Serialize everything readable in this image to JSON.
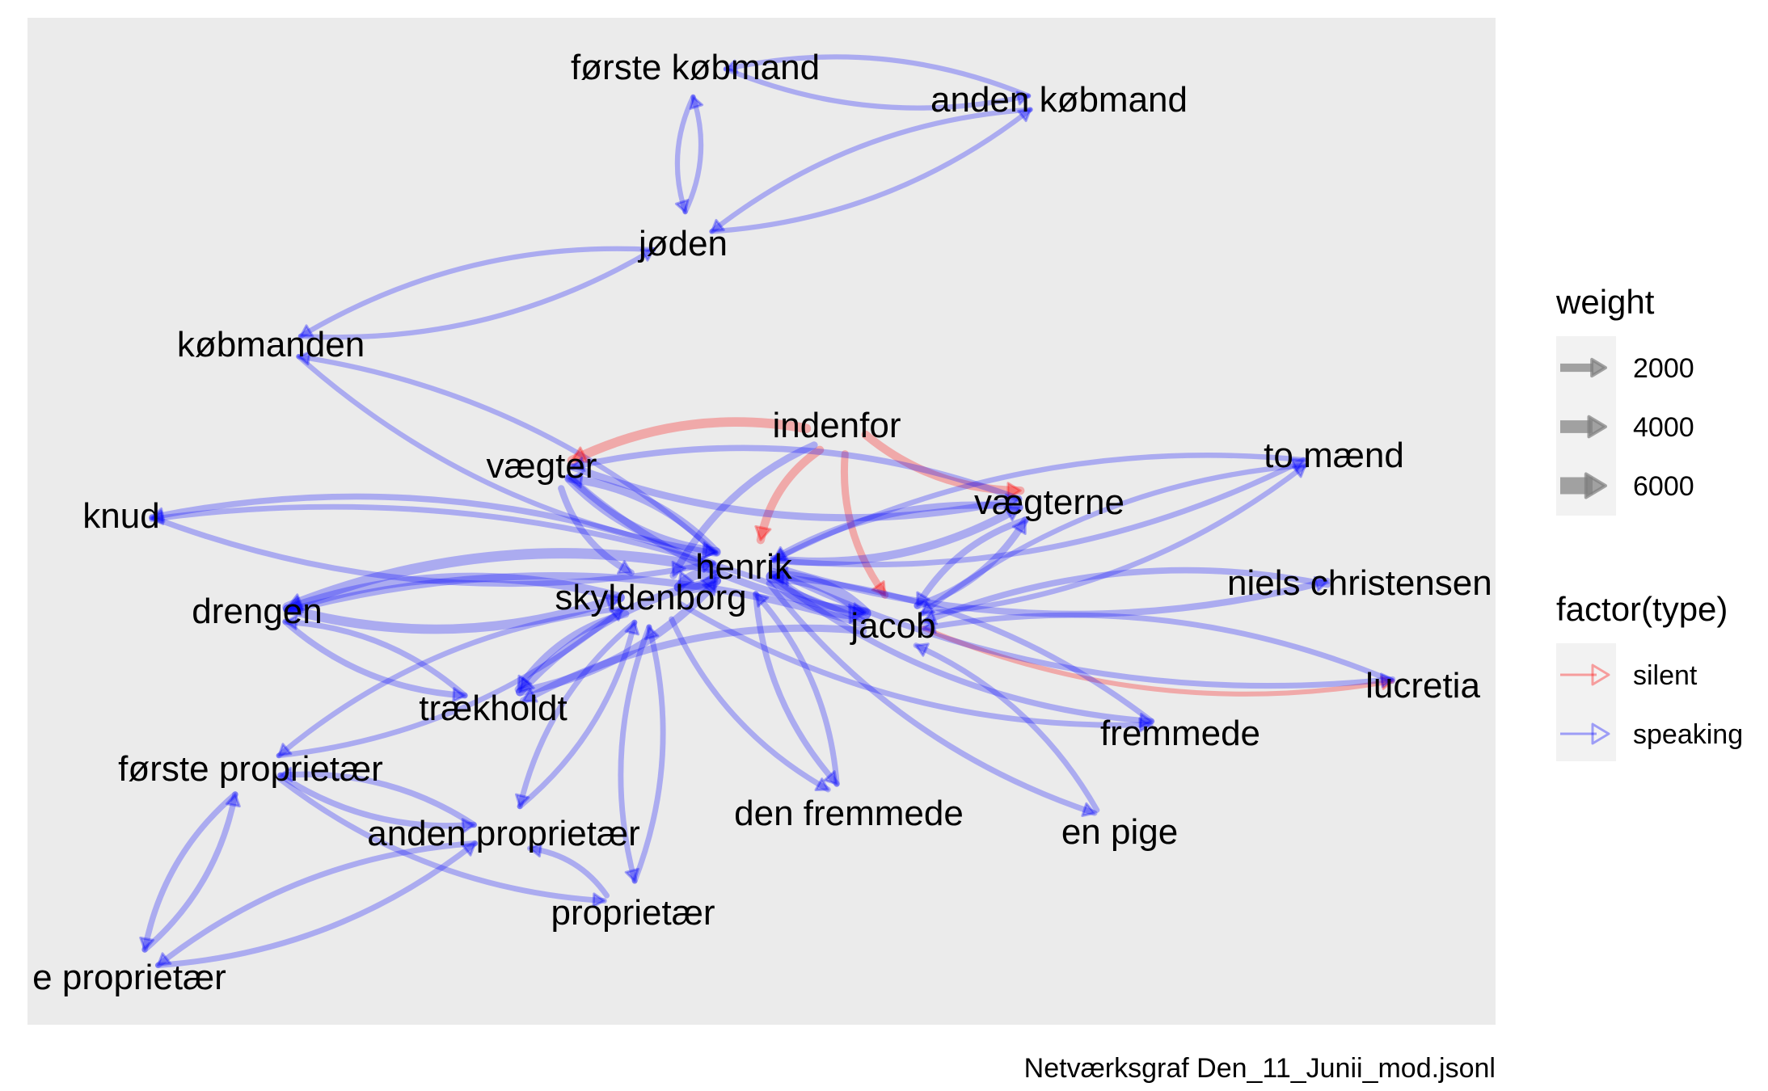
{
  "caption": "Netværksgraf Den_11_Junii_mod.jsonl",
  "colors": {
    "panel_bg": "#ebebeb",
    "speaking": "#0000ff",
    "silent": "#ff0000",
    "legend_key_bg": "#f2f2f2",
    "legend_arrow": "#7f7f7f"
  },
  "nodes": [
    {
      "id": "forste_kobmand",
      "label": "første købmand"
    },
    {
      "id": "anden_kobmand",
      "label": "anden købmand"
    },
    {
      "id": "joden",
      "label": "jøden"
    },
    {
      "id": "kobmanden",
      "label": "købmanden"
    },
    {
      "id": "indenfor",
      "label": "indenfor"
    },
    {
      "id": "vaegter",
      "label": "vægter"
    },
    {
      "id": "to_maend",
      "label": "to mænd"
    },
    {
      "id": "vaegterne",
      "label": "vægterne"
    },
    {
      "id": "knud",
      "label": "knud"
    },
    {
      "id": "henrik",
      "label": "henrik"
    },
    {
      "id": "niels",
      "label": "niels christensen"
    },
    {
      "id": "skyldenborg",
      "label": "skyldenborg"
    },
    {
      "id": "drengen",
      "label": "drengen"
    },
    {
      "id": "jacob",
      "label": "jacob"
    },
    {
      "id": "lucretia",
      "label": "lucretia"
    },
    {
      "id": "fremmede",
      "label": "fremmede"
    },
    {
      "id": "traekholdt",
      "label": "trækholdt"
    },
    {
      "id": "forste_proprietaer",
      "label": "første proprietær"
    },
    {
      "id": "anden_proprietaer",
      "label": "anden proprietær"
    },
    {
      "id": "den_fremmede",
      "label": "den fremmede"
    },
    {
      "id": "en_pige",
      "label": "en pige"
    },
    {
      "id": "proprietaer",
      "label": "proprietær"
    },
    {
      "id": "tredje_proprietaer",
      "label": "e proprietær"
    }
  ],
  "edges": [
    {
      "from": "forste_kobmand",
      "to": "anden_kobmand",
      "type": "speaking",
      "weight": 500
    },
    {
      "from": "anden_kobmand",
      "to": "forste_kobmand",
      "type": "speaking",
      "weight": 500
    },
    {
      "from": "forste_kobmand",
      "to": "joden",
      "type": "speaking",
      "weight": 500
    },
    {
      "from": "joden",
      "to": "forste_kobmand",
      "type": "speaking",
      "weight": 500
    },
    {
      "from": "anden_kobmand",
      "to": "joden",
      "type": "speaking",
      "weight": 500
    },
    {
      "from": "joden",
      "to": "anden_kobmand",
      "type": "speaking",
      "weight": 500
    },
    {
      "from": "joden",
      "to": "kobmanden",
      "type": "speaking",
      "weight": 500
    },
    {
      "from": "kobmanden",
      "to": "joden",
      "type": "speaking",
      "weight": 500
    },
    {
      "from": "kobmanden",
      "to": "henrik",
      "type": "speaking",
      "weight": 500
    },
    {
      "from": "henrik",
      "to": "kobmanden",
      "type": "speaking",
      "weight": 500
    },
    {
      "from": "indenfor",
      "to": "vaegter",
      "type": "silent",
      "weight": 2500
    },
    {
      "from": "indenfor",
      "to": "vaegterne",
      "type": "silent",
      "weight": 2000
    },
    {
      "from": "indenfor",
      "to": "henrik",
      "type": "silent",
      "weight": 2000
    },
    {
      "from": "indenfor",
      "to": "jacob",
      "type": "silent",
      "weight": 1500
    },
    {
      "from": "indenfor",
      "to": "skyldenborg",
      "type": "speaking",
      "weight": 1500
    },
    {
      "from": "jacob",
      "to": "lucretia",
      "type": "silent",
      "weight": 400
    },
    {
      "from": "vaegter",
      "to": "vaegterne",
      "type": "speaking",
      "weight": 1500
    },
    {
      "from": "vaegterne",
      "to": "vaegter",
      "type": "speaking",
      "weight": 1000
    },
    {
      "from": "vaegter",
      "to": "henrik",
      "type": "speaking",
      "weight": 2500
    },
    {
      "from": "henrik",
      "to": "vaegter",
      "type": "speaking",
      "weight": 2000
    },
    {
      "from": "vaegter",
      "to": "jacob",
      "type": "speaking",
      "weight": 1500
    },
    {
      "from": "vaegter",
      "to": "skyldenborg",
      "type": "speaking",
      "weight": 1200
    },
    {
      "from": "henrik",
      "to": "knud",
      "type": "speaking",
      "weight": 1000
    },
    {
      "from": "knud",
      "to": "henrik",
      "type": "speaking",
      "weight": 800
    },
    {
      "from": "jacob",
      "to": "knud",
      "type": "speaking",
      "weight": 700
    },
    {
      "from": "henrik",
      "to": "drengen",
      "type": "speaking",
      "weight": 3000
    },
    {
      "from": "drengen",
      "to": "skyldenborg",
      "type": "speaking",
      "weight": 2500
    },
    {
      "from": "skyldenborg",
      "to": "drengen",
      "type": "speaking",
      "weight": 2500
    },
    {
      "from": "jacob",
      "to": "drengen",
      "type": "speaking",
      "weight": 1500
    },
    {
      "from": "drengen",
      "to": "traekholdt",
      "type": "speaking",
      "weight": 1000
    },
    {
      "from": "traekholdt",
      "to": "drengen",
      "type": "speaking",
      "weight": 800
    },
    {
      "from": "henrik",
      "to": "skyldenborg",
      "type": "speaking",
      "weight": 2500
    },
    {
      "from": "skyldenborg",
      "to": "henrik",
      "type": "speaking",
      "weight": 2500
    },
    {
      "from": "henrik",
      "to": "jacob",
      "type": "speaking",
      "weight": 4000
    },
    {
      "from": "jacob",
      "to": "henrik",
      "type": "speaking",
      "weight": 4000
    },
    {
      "from": "henrik",
      "to": "traekholdt",
      "type": "speaking",
      "weight": 2000
    },
    {
      "from": "traekholdt",
      "to": "henrik",
      "type": "speaking",
      "weight": 2000
    },
    {
      "from": "skyldenborg",
      "to": "traekholdt",
      "type": "speaking",
      "weight": 1500
    },
    {
      "from": "jacob",
      "to": "traekholdt",
      "type": "speaking",
      "weight": 1500
    },
    {
      "from": "henrik",
      "to": "vaegterne",
      "type": "speaking",
      "weight": 2000
    },
    {
      "from": "vaegterne",
      "to": "henrik",
      "type": "speaking",
      "weight": 1500
    },
    {
      "from": "jacob",
      "to": "vaegterne",
      "type": "speaking",
      "weight": 1500
    },
    {
      "from": "vaegterne",
      "to": "jacob",
      "type": "speaking",
      "weight": 1200
    },
    {
      "from": "henrik",
      "to": "to_maend",
      "type": "speaking",
      "weight": 700
    },
    {
      "from": "to_maend",
      "to": "henrik",
      "type": "speaking",
      "weight": 600
    },
    {
      "from": "jacob",
      "to": "to_maend",
      "type": "speaking",
      "weight": 600
    },
    {
      "from": "to_maend",
      "to": "jacob",
      "type": "speaking",
      "weight": 500
    },
    {
      "from": "henrik",
      "to": "niels",
      "type": "speaking",
      "weight": 1200
    },
    {
      "from": "niels",
      "to": "jacob",
      "type": "speaking",
      "weight": 1000
    },
    {
      "from": "henrik",
      "to": "lucretia",
      "type": "speaking",
      "weight": 800
    },
    {
      "from": "lucretia",
      "to": "jacob",
      "type": "speaking",
      "weight": 700
    },
    {
      "from": "henrik",
      "to": "fremmede",
      "type": "speaking",
      "weight": 900
    },
    {
      "from": "fremmede",
      "to": "henrik",
      "type": "speaking",
      "weight": 800
    },
    {
      "from": "skyldenborg",
      "to": "fremmede",
      "type": "speaking",
      "weight": 700
    },
    {
      "from": "henrik",
      "to": "den_fremmede",
      "type": "speaking",
      "weight": 900
    },
    {
      "from": "den_fremmede",
      "to": "henrik",
      "type": "speaking",
      "weight": 800
    },
    {
      "from": "skyldenborg",
      "to": "den_fremmede",
      "type": "speaking",
      "weight": 700
    },
    {
      "from": "henrik",
      "to": "en_pige",
      "type": "speaking",
      "weight": 800
    },
    {
      "from": "en_pige",
      "to": "jacob",
      "type": "speaking",
      "weight": 700
    },
    {
      "from": "skyldenborg",
      "to": "anden_proprietaer",
      "type": "speaking",
      "weight": 700
    },
    {
      "from": "anden_proprietaer",
      "to": "skyldenborg",
      "type": "speaking",
      "weight": 700
    },
    {
      "from": "skyldenborg",
      "to": "forste_proprietaer",
      "type": "speaking",
      "weight": 600
    },
    {
      "from": "forste_proprietaer",
      "to": "skyldenborg",
      "type": "speaking",
      "weight": 600
    },
    {
      "from": "skyldenborg",
      "to": "proprietaer",
      "type": "speaking",
      "weight": 700
    },
    {
      "from": "proprietaer",
      "to": "skyldenborg",
      "type": "speaking",
      "weight": 700
    },
    {
      "from": "forste_proprietaer",
      "to": "anden_proprietaer",
      "type": "speaking",
      "weight": 900
    },
    {
      "from": "anden_proprietaer",
      "to": "forste_proprietaer",
      "type": "speaking",
      "weight": 900
    },
    {
      "from": "forste_proprietaer",
      "to": "proprietaer",
      "type": "speaking",
      "weight": 700
    },
    {
      "from": "proprietaer",
      "to": "anden_proprietaer",
      "type": "speaking",
      "weight": 700
    },
    {
      "from": "forste_proprietaer",
      "to": "tredje_proprietaer",
      "type": "speaking",
      "weight": 900
    },
    {
      "from": "tredje_proprietaer",
      "to": "forste_proprietaer",
      "type": "speaking",
      "weight": 900
    },
    {
      "from": "tredje_proprietaer",
      "to": "anden_proprietaer",
      "type": "speaking",
      "weight": 800
    },
    {
      "from": "anden_proprietaer",
      "to": "tredje_proprietaer",
      "type": "speaking",
      "weight": 800
    }
  ],
  "legend": {
    "weight": {
      "title": "weight",
      "items": [
        {
          "label": "2000",
          "value": 2000
        },
        {
          "label": "4000",
          "value": 4000
        },
        {
          "label": "6000",
          "value": 6000
        }
      ]
    },
    "type": {
      "title": "factor(type)",
      "items": [
        {
          "label": "silent",
          "key": "silent"
        },
        {
          "label": "speaking",
          "key": "speaking"
        }
      ]
    }
  }
}
